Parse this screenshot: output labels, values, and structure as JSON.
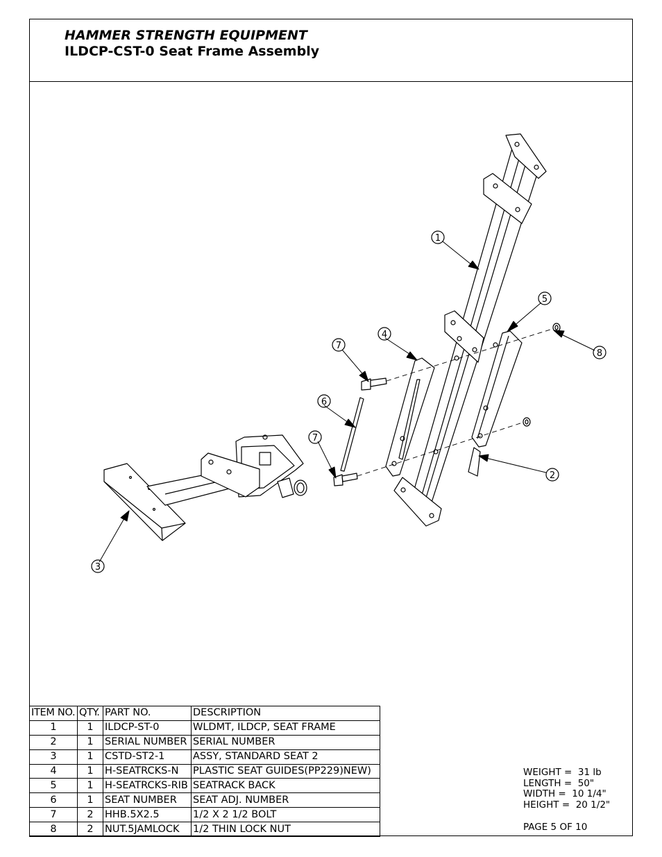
{
  "header": {
    "company": "HAMMER STRENGTH EQUIPMENT",
    "title": "ILDCP-CST-0 Seat Frame Assembly"
  },
  "callouts": [
    "1",
    "2",
    "3",
    "4",
    "5",
    "6",
    "7",
    "7",
    "8"
  ],
  "bom": {
    "headers": [
      "ITEM NO.",
      "QTY.",
      "PART NO.",
      "DESCRIPTION"
    ],
    "rows": [
      [
        "1",
        "1",
        "ILDCP-ST-0",
        "WLDMT, ILDCP, SEAT FRAME"
      ],
      [
        "2",
        "1",
        "SERIAL NUMBER",
        "SERIAL NUMBER"
      ],
      [
        "3",
        "1",
        "CSTD-ST2-1",
        "ASSY, STANDARD SEAT 2"
      ],
      [
        "4",
        "1",
        "H-SEATRCKS-N",
        "PLASTIC SEAT GUIDES(PP229)NEW)"
      ],
      [
        "5",
        "1",
        "H-SEATRCKS-RIB",
        "SEATRACK BACK"
      ],
      [
        "6",
        "1",
        "SEAT NUMBER",
        "SEAT ADJ. NUMBER"
      ],
      [
        "7",
        "2",
        "HHB.5X2.5",
        "1/2 X 2 1/2 BOLT"
      ],
      [
        "8",
        "2",
        "NUT.5JAMLOCK",
        "1/2 THIN LOCK NUT"
      ]
    ]
  },
  "specs": {
    "weight": "WEIGHT =  31 lb",
    "length": "LENGTH =  50\"",
    "width": "WIDTH =  10 1/4\"",
    "height": "HEIGHT =  20 1/2\""
  },
  "page": "PAGE 5 OF 10"
}
